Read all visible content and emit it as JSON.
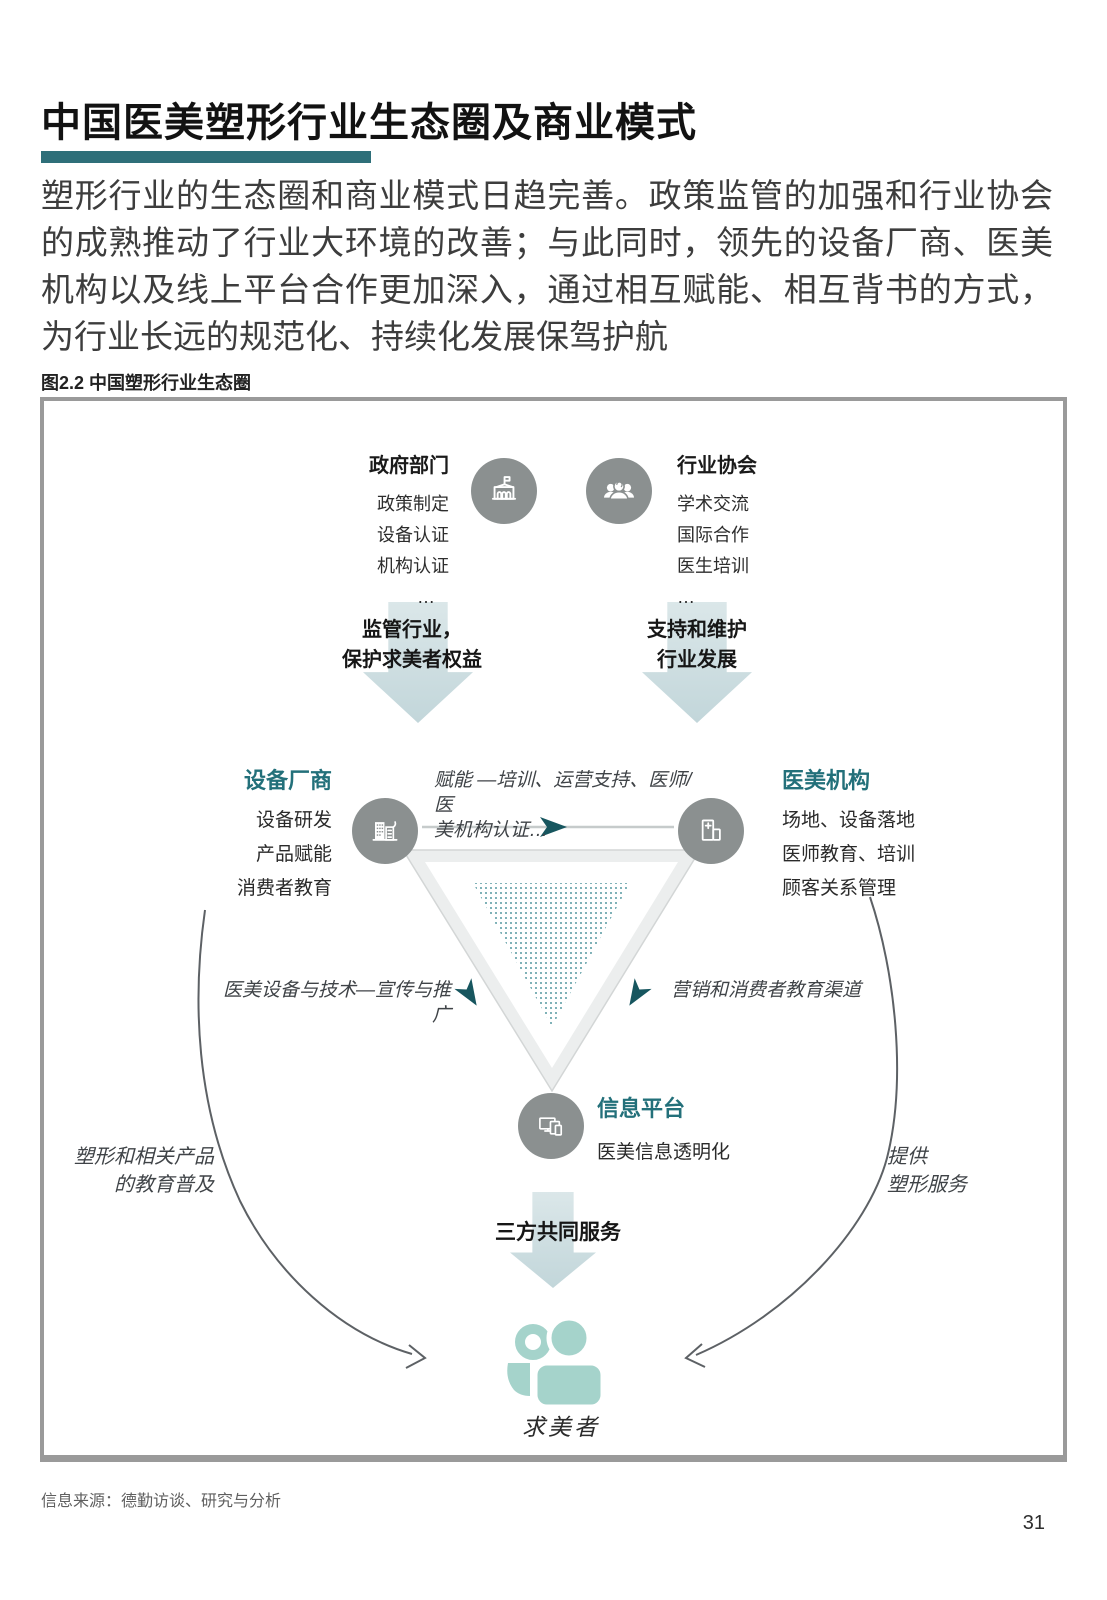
{
  "page": {
    "title": "中国医美塑形行业生态圈及商业模式",
    "intro": "塑形行业的生态圈和商业模式日趋完善。政策监管的加强和行业协会的成熟推动了行业大环境的改善；与此同时，领先的设备厂商、医美机构以及线上平台合作更加深入，通过相互赋能、相互背书的方式，为行业长远的规范化、持续化发展保驾护航",
    "figure_caption": "图2.2 中国塑形行业生态圈",
    "source": "信息来源：德勤访谈、研究与分析",
    "page_number": "31"
  },
  "diagram": {
    "government": {
      "title": "政府部门",
      "items": [
        "政策制定",
        "设备认证",
        "机构认证",
        "…"
      ],
      "icon": "government-building-icon",
      "arrow": {
        "line1": "监管行业，",
        "line2": "保护求美者权益"
      }
    },
    "association": {
      "title": "行业协会",
      "items": [
        "学术交流",
        "国际合作",
        "医生培训",
        "…"
      ],
      "icon": "association-people-icon",
      "arrow": {
        "line1": "支持和维护",
        "line2": "行业发展"
      }
    },
    "manufacturer": {
      "title": "设备厂商",
      "items": [
        "设备研发",
        "产品赋能",
        "消费者教育"
      ],
      "icon": "manufacturer-buildings-icon"
    },
    "institution": {
      "title": "医美机构",
      "items": [
        "场地、设备落地",
        "医师教育、培训",
        "顾客关系管理"
      ],
      "icon": "clinic-building-icon"
    },
    "enable_label": {
      "line1": "赋能 —培训、运营支持、医师/医",
      "line2": "美机构认证…"
    },
    "left_channel_label": "医美设备与技术—宣传与推广",
    "right_channel_label": "营销和消费者教育渠道",
    "platform": {
      "title": "信息平台",
      "subtitle": "医美信息透明化",
      "icon": "information-platform-devices-icon"
    },
    "joint_service_label": "三方共同服务",
    "left_curve_label": {
      "line1": "塑形和相关产品",
      "line2": "的教育普及"
    },
    "right_curve_label": {
      "line1": "提供",
      "line2": "塑形服务"
    },
    "seeker": {
      "label": "求美者",
      "icon": "beauty-seeker-icon"
    }
  },
  "colors": {
    "accent_teal": "#23707a",
    "title_bar_teal": "#2e6f79",
    "soft_arrow_fill": "#c9dbde",
    "dark_arrowhead_teal": "#17565f",
    "icon_circle_gray": "#8b9090",
    "seeker_teal": "#a5d3cb",
    "frame_gray": "#9a9a9a"
  }
}
